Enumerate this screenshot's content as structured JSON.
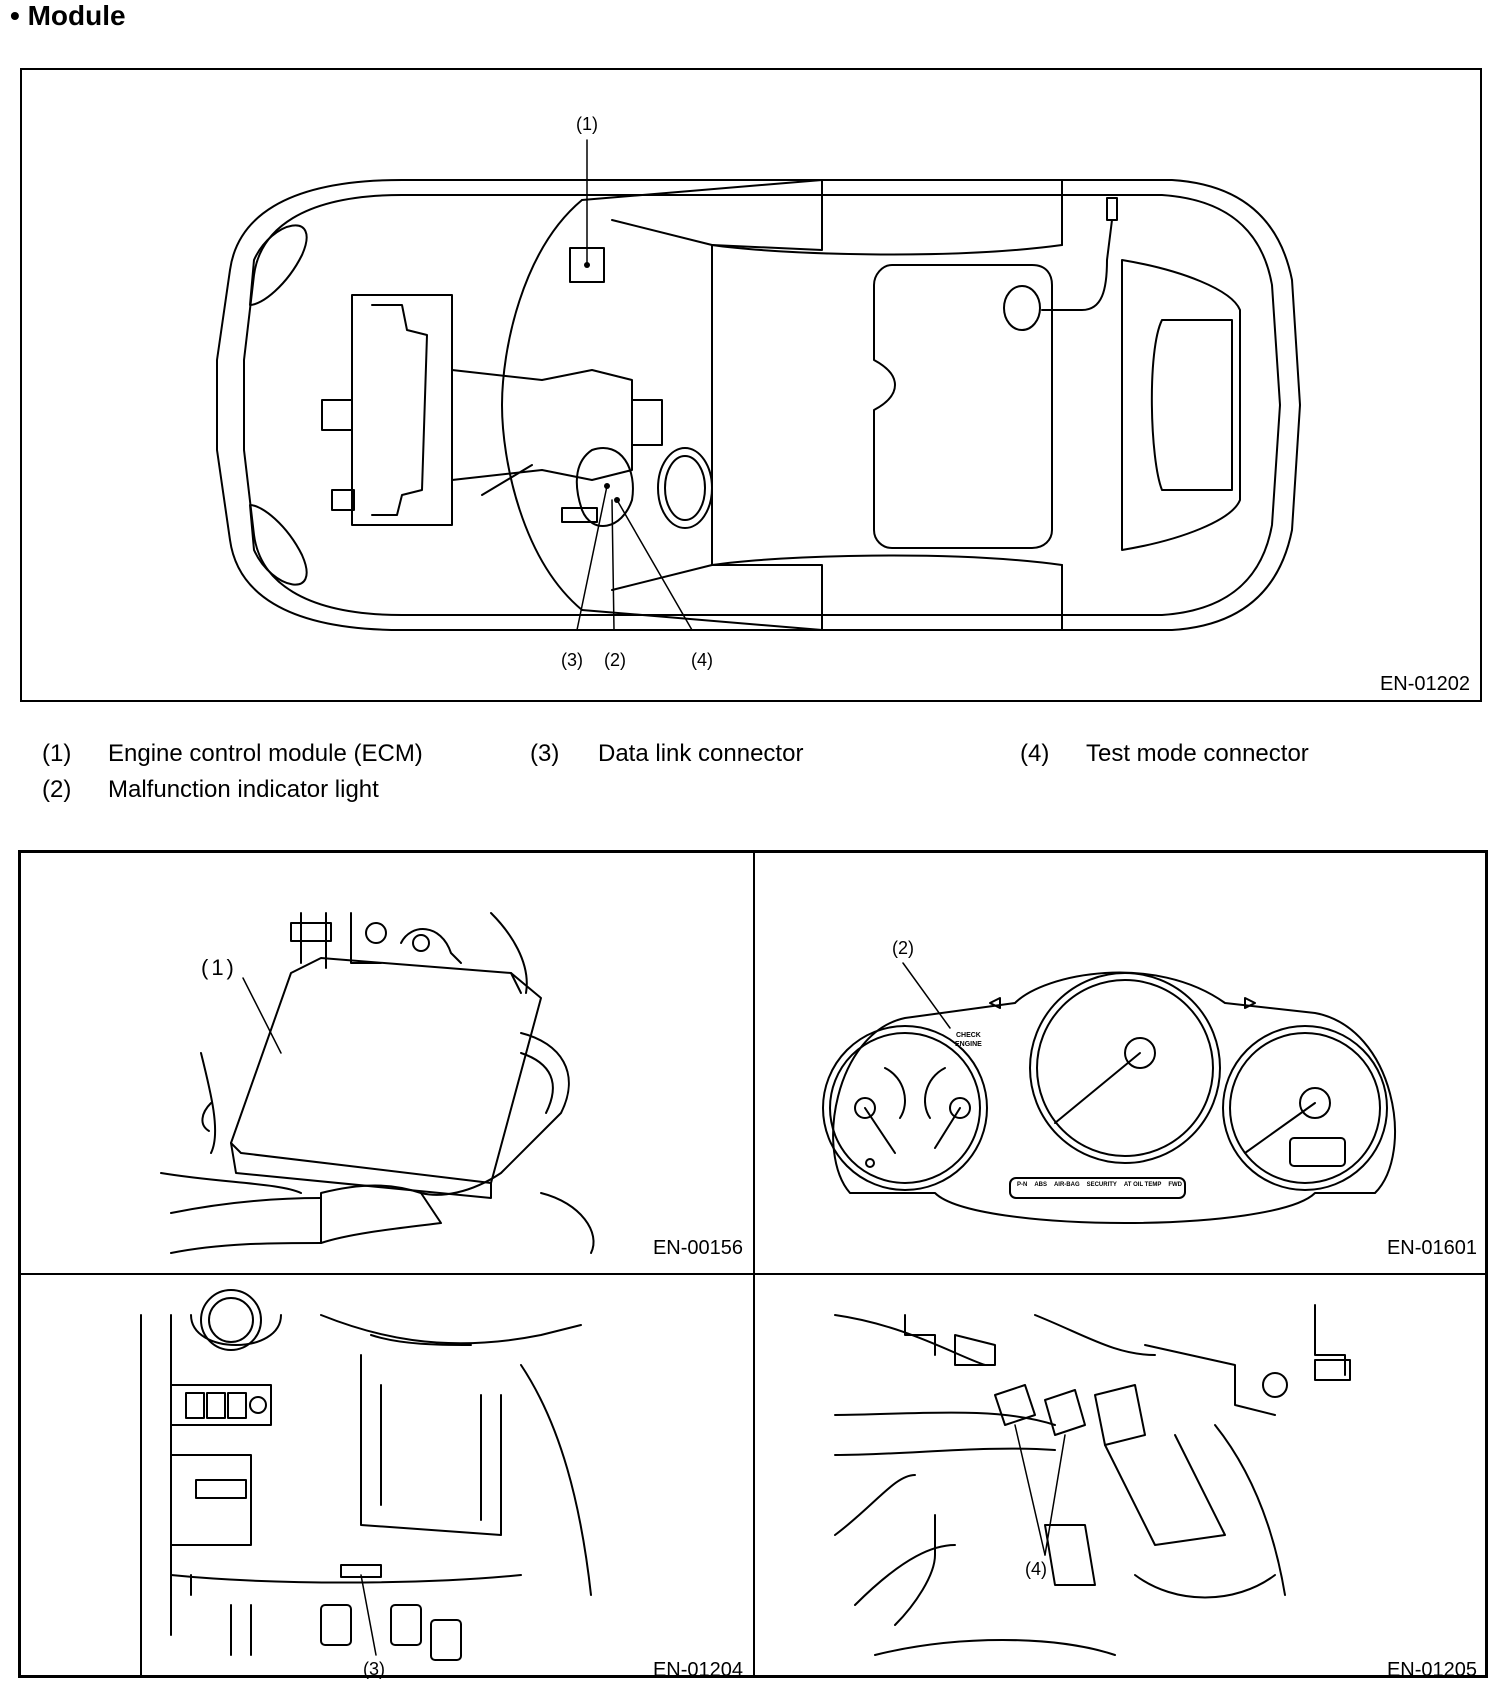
{
  "heading": "• Module",
  "overview": {
    "figure_code": "EN-01202",
    "callouts": [
      "(1)",
      "(3)",
      "(2)",
      "(4)"
    ]
  },
  "legend": [
    {
      "num": "(1)",
      "text": "Engine control module (ECM)"
    },
    {
      "num": "(3)",
      "text": "Data link connector"
    },
    {
      "num": "(4)",
      "text": "Test mode connector"
    },
    {
      "num": "(2)",
      "text": "Malfunction indicator light"
    }
  ],
  "panels": [
    {
      "figure_code": "EN-00156",
      "callout": "(1)"
    },
    {
      "figure_code": "EN-01601",
      "callout": "(2)",
      "cluster_text": [
        "CHECK",
        "ENGINE"
      ],
      "indicator_strip": [
        "P-N",
        "ABS",
        "AIR-BAG",
        "SECURITY",
        "AT OIL TEMP",
        "FWD"
      ]
    },
    {
      "figure_code": "EN-01204",
      "callout": "(3)"
    },
    {
      "figure_code": "EN-01205",
      "callout": "(4)"
    }
  ],
  "icons": {
    "ecm": "ecm-box-icon",
    "mil": "malfunction-indicator-icon",
    "dlc": "data-link-connector-icon",
    "tmc": "test-mode-connector-icon"
  }
}
